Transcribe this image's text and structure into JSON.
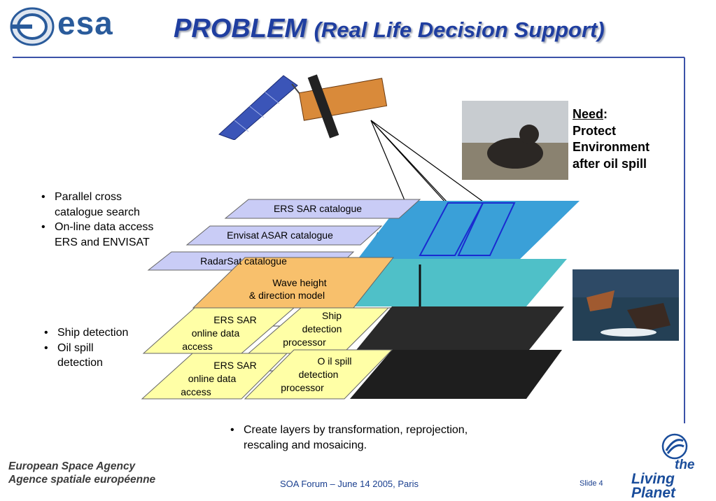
{
  "header": {
    "logo_text": "esa",
    "title_main": "PROBLEM",
    "title_sub": "(Real Life Decision Support)"
  },
  "need": {
    "label": "Need",
    "colon": ":",
    "lines": [
      "Protect",
      "Environment",
      "after oil spill"
    ]
  },
  "left_bullets_top": [
    "Parallel cross catalogue search",
    "On-line data access ERS and ENVISAT"
  ],
  "left_bullets_bottom": [
    "Ship detection",
    "Oil spill detection"
  ],
  "catalogues": [
    "ERS SAR catalogue",
    "Envisat ASAR catalogue",
    "RadarSat catalogue"
  ],
  "model": [
    "Wave  height",
    "& direction  model"
  ],
  "data_access_1": [
    "ERS SAR",
    "online data",
    "access"
  ],
  "ship_processor": [
    "Ship",
    "detection",
    "processor"
  ],
  "data_access_2": [
    "ERS SAR",
    "online data",
    "access"
  ],
  "oil_processor": [
    "O il spill",
    "detection",
    "processor"
  ],
  "caption": [
    "Create layers by transformation, reprojection,",
    "rescaling and mosaicing."
  ],
  "footer": {
    "agency_en": "European Space Agency",
    "agency_fr": "Agence spatiale européenne",
    "center": "SOA Forum – June 14 2005, Paris",
    "slide": "Slide 4",
    "living_the": "the",
    "living_planet": "Living Planet"
  },
  "colors": {
    "title": "#1f3ea0",
    "catalogue_fill": "#c9ccf6",
    "model_fill": "#f8c06c",
    "processor_fill": "#ffffa6",
    "rule": "#3b52a8"
  }
}
